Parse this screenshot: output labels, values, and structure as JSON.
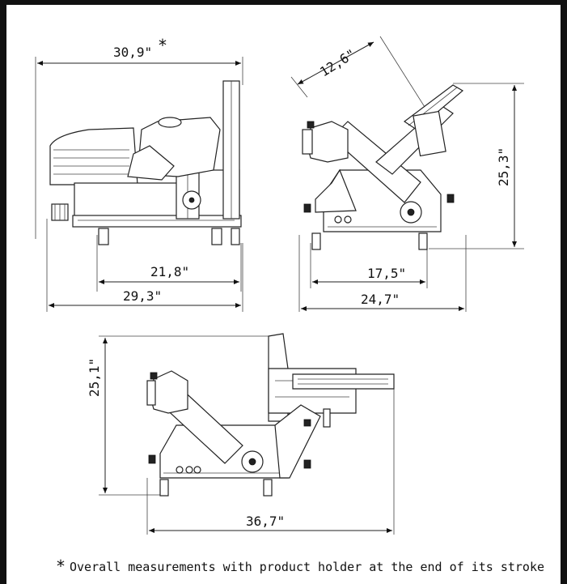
{
  "views": {
    "side": {
      "overall_width": "30,9\"",
      "star": "*",
      "feet_span": "21,8\"",
      "base_width": "29,3\""
    },
    "front": {
      "carriage_length": "12,6\"",
      "height": "25,3\"",
      "feet_span": "17,5\"",
      "width": "24,7\""
    },
    "rear": {
      "height": "25,1\"",
      "length": "36,7\""
    }
  },
  "footnote": {
    "star": "*",
    "text": "Overall measurements with product holder at the end of its stroke"
  },
  "colors": {
    "ink": "#111111",
    "paper": "#ffffff"
  }
}
